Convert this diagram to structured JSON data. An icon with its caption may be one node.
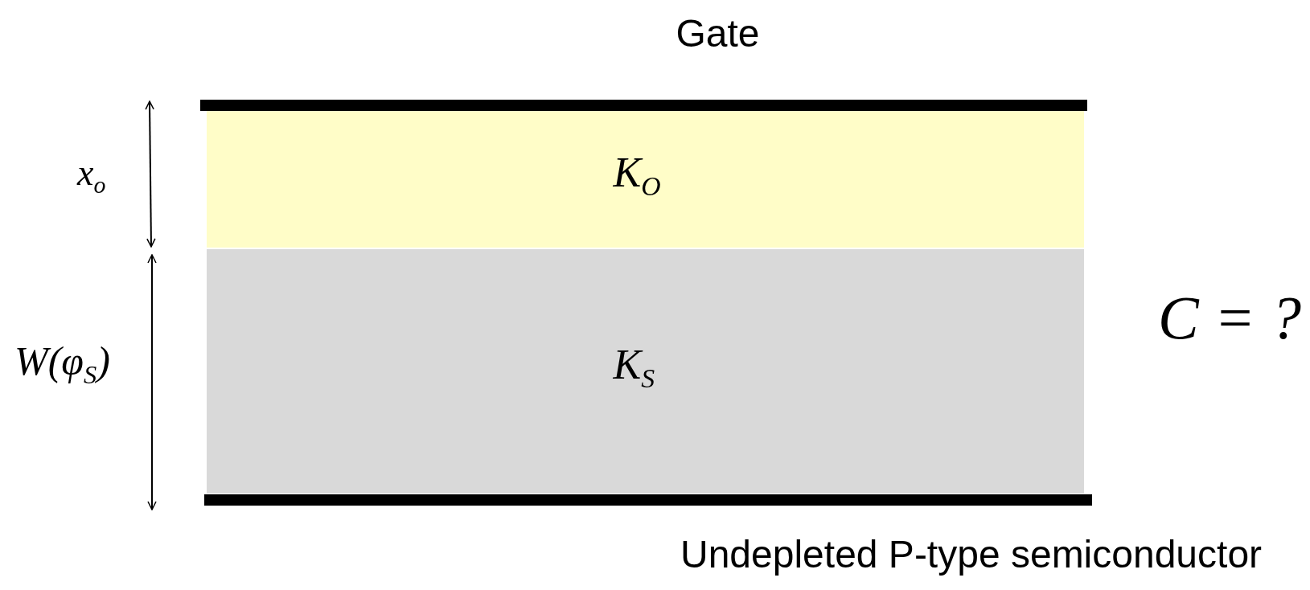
{
  "diagram": {
    "nodes": [
      {
        "text": [
          "Gate"
        ]
      },
      {
        "text": [
          "K$_{O}$"
        ]
      },
      {
        "text": [
          "K$_{S}$"
        ]
      },
      {
        "text": [
          "Undepleted P-type semiconductor"
        ]
      }
    ],
    "labels": [
      "x$_{o}$",
      "W(φ$_{S}$)",
      "C = ?"
    ]
  }
}
